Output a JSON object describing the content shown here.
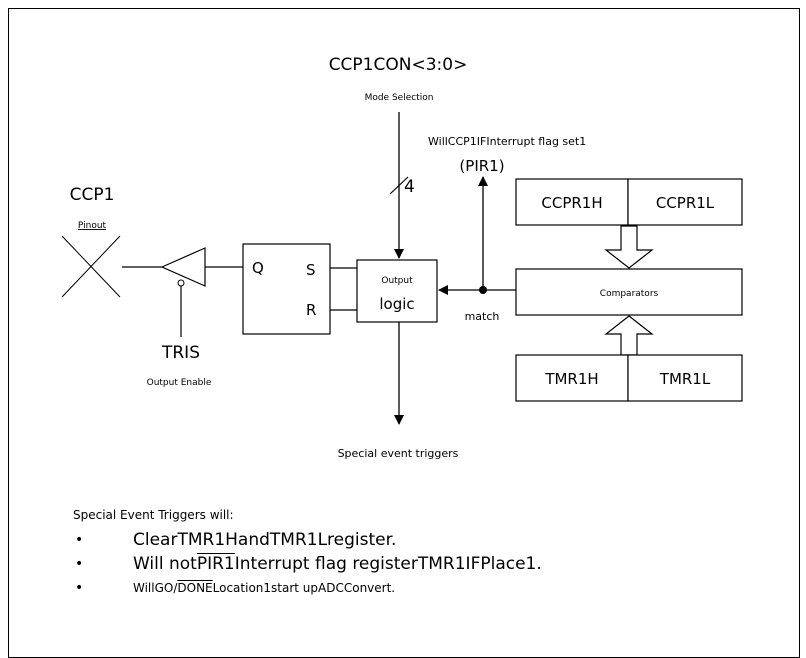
{
  "header": {
    "control_register": "CCP1CON<3:0>",
    "mode_selection": "Mode Selection"
  },
  "interrupt": {
    "label": "WillCCP1IFInterrupt flag set1",
    "register": "(PIR1)"
  },
  "bus_width": "4",
  "pin": {
    "name": "CCP1",
    "caption": "Pinout"
  },
  "tris": {
    "name": "TRIS",
    "caption": "Output Enable"
  },
  "latch": {
    "q": "Q",
    "s": "S",
    "r": "R"
  },
  "output_logic": {
    "title": "Output",
    "subtitle": "logic"
  },
  "match_label": "match",
  "special_event_label": "Special event triggers",
  "compare_registers": {
    "high": "CCPR1H",
    "low": "CCPR1L"
  },
  "comparators_label": "Comparators",
  "timer_registers": {
    "high": "TMR1H",
    "low": "TMR1L"
  },
  "notes": {
    "heading": "Special Event Triggers will:",
    "items": [
      {
        "bullet": "•",
        "text": "ClearTMR1HandTMR1Lregister."
      },
      {
        "bullet": "•",
        "pre": "Will not",
        "overlined": "PIR1",
        "post": "Interrupt flag registerTMR1IFPlace1."
      },
      {
        "bullet": "•",
        "pre": "WillGO/",
        "overlined": "DONE",
        "post": "Location1start upADCConvert."
      }
    ]
  }
}
